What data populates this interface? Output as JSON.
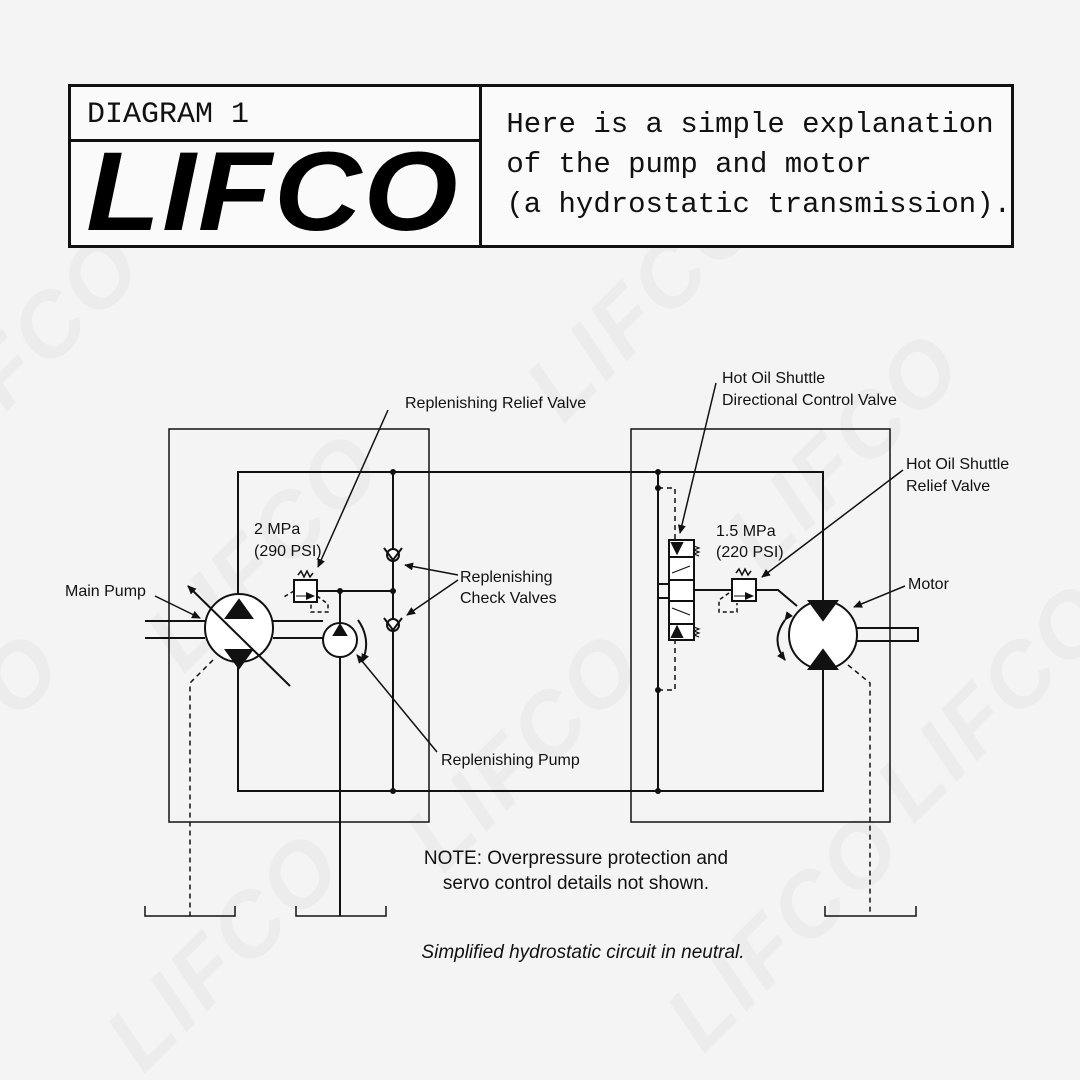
{
  "header": {
    "diagram_label": "DIAGRAM 1",
    "logo_text": "LIFCO",
    "description_lines": [
      "Here is a simple explanation",
      "of the pump and motor",
      "(a hydrostatic transmission)."
    ]
  },
  "watermark": "LIFCO",
  "diagram": {
    "labels": {
      "main_pump": "Main Pump",
      "replenishing_relief_valve": "Replenishing Relief  Valve",
      "pressure_left_mpa": "2 MPa",
      "pressure_left_psi": "(290 PSI)",
      "replenishing_check_valves_1": "Replenishing",
      "replenishing_check_valves_2": "Check Valves",
      "replenishing_pump": "Replenishing Pump",
      "hot_oil_shuttle_dcv_1": "Hot Oil Shuttle",
      "hot_oil_shuttle_dcv_2": "Directional Control Valve",
      "hot_oil_shuttle_relief_1": "Hot Oil Shuttle",
      "hot_oil_shuttle_relief_2": "Relief Valve",
      "pressure_right_mpa": "1.5 MPa",
      "pressure_right_psi": "(220 PSI)",
      "motor": "Motor"
    },
    "note_line1": "NOTE: Overpressure protection and",
    "note_line2": "servo control details not shown.",
    "caption": "Simplified hydrostatic circuit in neutral."
  }
}
